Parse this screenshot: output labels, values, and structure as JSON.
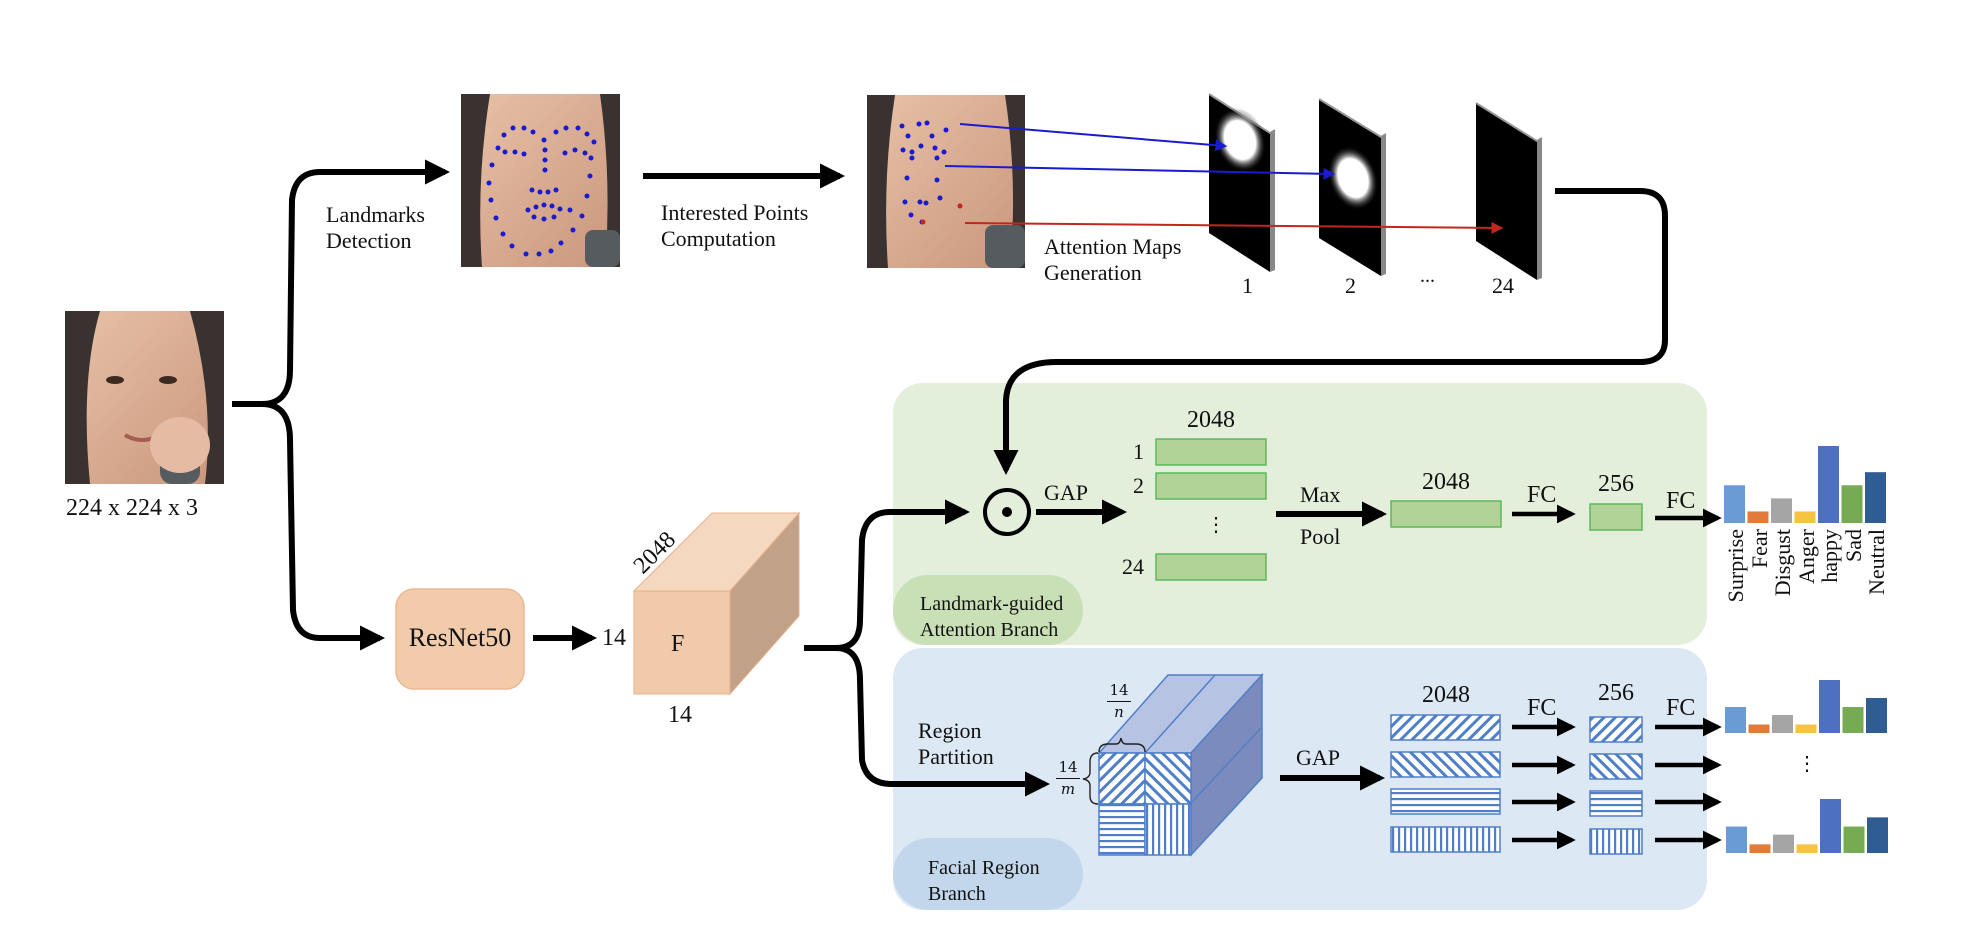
{
  "figure": {
    "input": {
      "size_label": "224 x 224 x 3"
    },
    "steps": {
      "landmarks": "Landmarks\nDetection",
      "interest_points": "Interested Points\nComputation",
      "attention_maps": "Attention Maps\nGeneration",
      "map_indices": [
        "1",
        "2",
        "...",
        "24"
      ]
    },
    "backbone": {
      "name": "ResNet50",
      "dim_left": "14",
      "dim_bottom": "14",
      "dim_depth": "2048",
      "feature_name": "F"
    },
    "attention_branch": {
      "title": "Landmark-guided\nAttention Branch",
      "op_symbol": "⊙",
      "gap": "GAP",
      "vec_dim": "2048",
      "row_labels": [
        "1",
        "2",
        "24"
      ],
      "ellipsis": "⋮",
      "maxpool": "Max",
      "maxpool2": "Pool",
      "pooled_dim": "2048",
      "fc1": "FC",
      "fc_dim": "256",
      "fc2": "FC"
    },
    "region_branch": {
      "title": "Facial Region\nBranch",
      "partition": "Region\nPartition",
      "frac_n_num": "14",
      "frac_n_den": "n",
      "frac_m_num": "14",
      "frac_m_den": "m",
      "gap": "GAP",
      "vec_dim": "2048",
      "fc1": "FC",
      "fc_dim": "256",
      "fc2": "FC",
      "ellipsis": "⋮"
    },
    "colors": {
      "green_panel": "#e3eedb",
      "green_pill": "#c9dfb6",
      "green_bar_fill": "#b2d397",
      "green_bar_stroke": "#5cb85c",
      "blue_panel": "#dde8f5",
      "blue_pill": "#c2d7ec",
      "hatch": "#4f7fc9",
      "orange_fill": "#f2cbab",
      "orange_top": "#f4d8c0",
      "orange_side": "#c1a289",
      "cube_top": "#b7c3e3",
      "cube_side": "#7c8bbd",
      "red_arrow": "#c0281e",
      "blue_arrow": "#1a1ad0"
    }
  },
  "chart_data": {
    "type": "bar",
    "title": "",
    "categories": [
      "Surprise",
      "Fear",
      "Disgust",
      "Anger",
      "happy",
      "Sad",
      "Neutral"
    ],
    "colors": [
      "#6a9bd4",
      "#e07b39",
      "#a5a5a5",
      "#f5c242",
      "#4e70c1",
      "#77ab53",
      "#2f5c92"
    ],
    "series": [
      {
        "name": "attention-branch output",
        "values": [
          0.49,
          0.15,
          0.32,
          0.15,
          1.0,
          0.49,
          0.66
        ]
      },
      {
        "name": "region-branch output (first region)",
        "values": [
          0.49,
          0.16,
          0.34,
          0.16,
          1.0,
          0.49,
          0.66
        ]
      },
      {
        "name": "region-branch output (last region)",
        "values": [
          0.49,
          0.16,
          0.34,
          0.16,
          1.0,
          0.49,
          0.66
        ]
      }
    ],
    "xlabel": "",
    "ylabel": "",
    "ylim": [
      0,
      1
    ]
  }
}
